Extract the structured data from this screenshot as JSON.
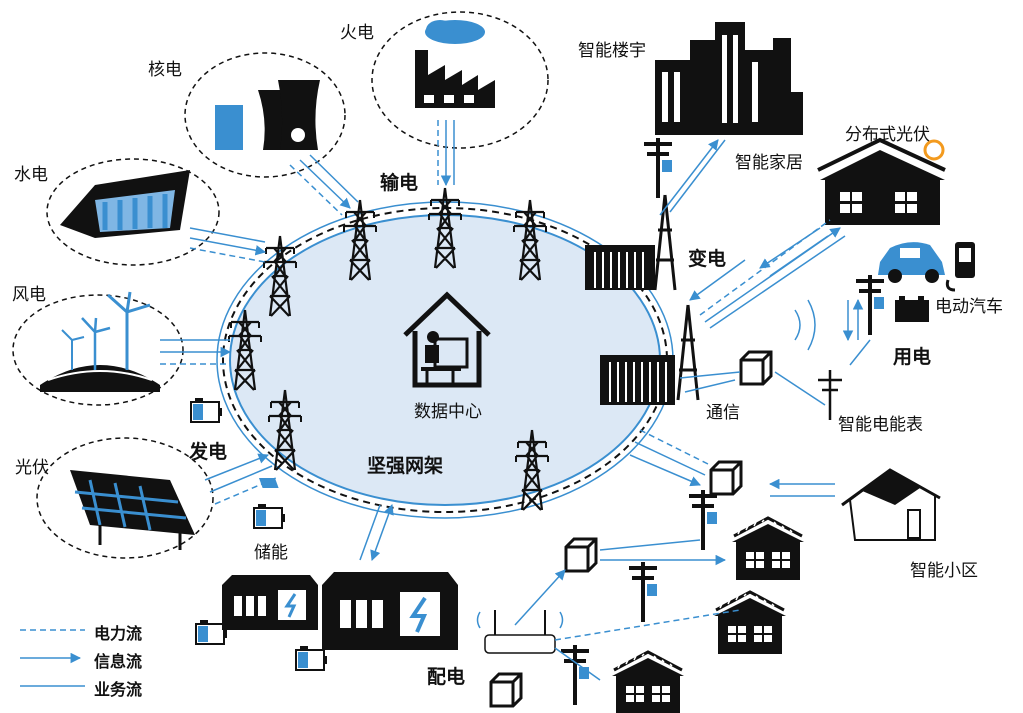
{
  "center": {
    "label": "数据中心",
    "grid_label": "坚强网架"
  },
  "generation": {
    "title": "发电",
    "nuclear": "核电",
    "thermal": "火电",
    "hydro": "水电",
    "wind": "风电",
    "solar": "光伏",
    "storage": "储能"
  },
  "transmission": "输电",
  "substation": "变电",
  "distribution": "配电",
  "consumption": {
    "title": "用电",
    "smart_building": "智能楼宇",
    "smart_home": "智能家居",
    "distributed_pv": "分布式光伏",
    "ev": "电动汽车",
    "smart_meter": "智能电能表",
    "communication": "通信",
    "smart_community": "智能小区"
  },
  "legend": {
    "power_flow": "电力流",
    "info_flow": "信息流",
    "business_flow": "业务流"
  },
  "colors": {
    "flow": "#3a8fd0",
    "grid_fill": "#dce8f5",
    "icon": "#111111",
    "sun": "#f39a1e"
  }
}
